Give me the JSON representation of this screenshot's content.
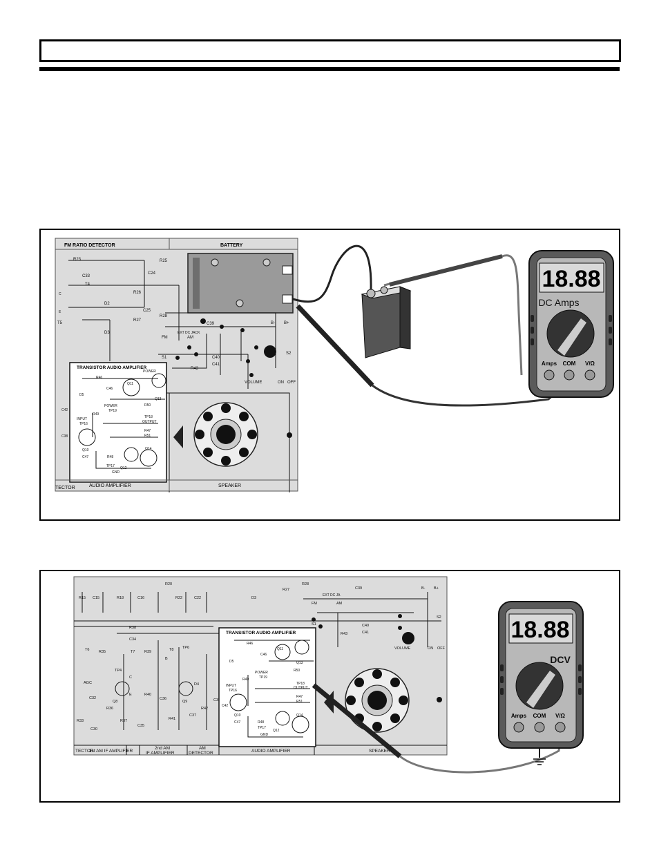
{
  "header": {
    "title": ""
  },
  "figure1": {
    "schematic": {
      "sections": [
        "FM RATIO DETECTOR",
        "BATTERY",
        "AUDIO AMPLIFIER",
        "SPEAKER"
      ],
      "partial_label": "TECTOR",
      "inset_title": "TRANSISTOR AUDIO AMPLIFIER",
      "labels": [
        "R23",
        "C33",
        "T4",
        "C24",
        "R25",
        "R26",
        "D2",
        "C25",
        "R28",
        "T5",
        "D3",
        "R27",
        "EXT DC JACK",
        "C39",
        "B-",
        "B+",
        "FM",
        "AM",
        "S1",
        "C40",
        "C41",
        "R43",
        "S2",
        "VOLUME",
        "ON",
        "OFF",
        "R46",
        "C46",
        "Q11",
        "POWER",
        "Q13",
        "D5",
        "R49",
        "POWER",
        "TP19",
        "R50",
        "TP18",
        "OUTPUT",
        "INPUT",
        "TP16",
        "R47",
        "R51",
        "C42",
        "C38",
        "Q10",
        "C47",
        "R48",
        "TP17",
        "Q12",
        "Q14",
        "GND",
        "C",
        "E"
      ]
    },
    "meter": {
      "display": "18.88",
      "mode": "DC Amps",
      "jacks": [
        "Amps",
        "COM",
        "V/Ω"
      ]
    }
  },
  "figure2": {
    "schematic": {
      "sections": [
        "TECTOR",
        "1st AM IF AMPLIFIER",
        "2nd AM",
        "IF AMPLIFIER",
        "AM",
        "DETECTOR",
        "AUDIO AMPLIFIER",
        "SPEAKER"
      ],
      "inset_title": "TRANSISTOR AUDIO AMPLIFIER",
      "labels": [
        "R15",
        "C15",
        "R18",
        "C16",
        "R20",
        "R22",
        "C22",
        "D3",
        "R27",
        "R28",
        "EXT DC JA",
        "C39",
        "B-",
        "B+",
        "FM",
        "AM",
        "S1",
        "C40",
        "C41",
        "R43",
        "S2",
        "VOLUME",
        "ON",
        "OFF",
        "R38",
        "C34",
        "T6",
        "R35",
        "T7",
        "R39",
        "T8",
        "TP6",
        "AGC",
        "C32",
        "TP4",
        "Q8",
        "R33",
        "C30",
        "R36",
        "C35",
        "R37",
        "Q9",
        "R40",
        "C36",
        "D4",
        "R41",
        "C37",
        "C38",
        "R42",
        "B",
        "C",
        "E",
        "R46",
        "C46",
        "Q11",
        "Q13",
        "D5",
        "POWER",
        "TP19",
        "R50",
        "R49",
        "INPUT",
        "TP16",
        "TP18",
        "OUTPUT",
        "R47",
        "R51",
        "C42",
        "Q10",
        "C47",
        "R48",
        "TP17",
        "Q12",
        "Q14",
        "GND"
      ]
    },
    "meter": {
      "display": "18.88",
      "mode": "DCV",
      "jacks": [
        "Amps",
        "COM",
        "V/Ω"
      ]
    }
  },
  "colors": {
    "ink": "#000000",
    "meter_body": "#5a5a5a",
    "meter_face": "#b8b8b8",
    "lcd": "#d9d9d9",
    "schematic_bg": "#dcdcdc",
    "lead_red": "#777777",
    "lead_black": "#2a2a2a"
  }
}
